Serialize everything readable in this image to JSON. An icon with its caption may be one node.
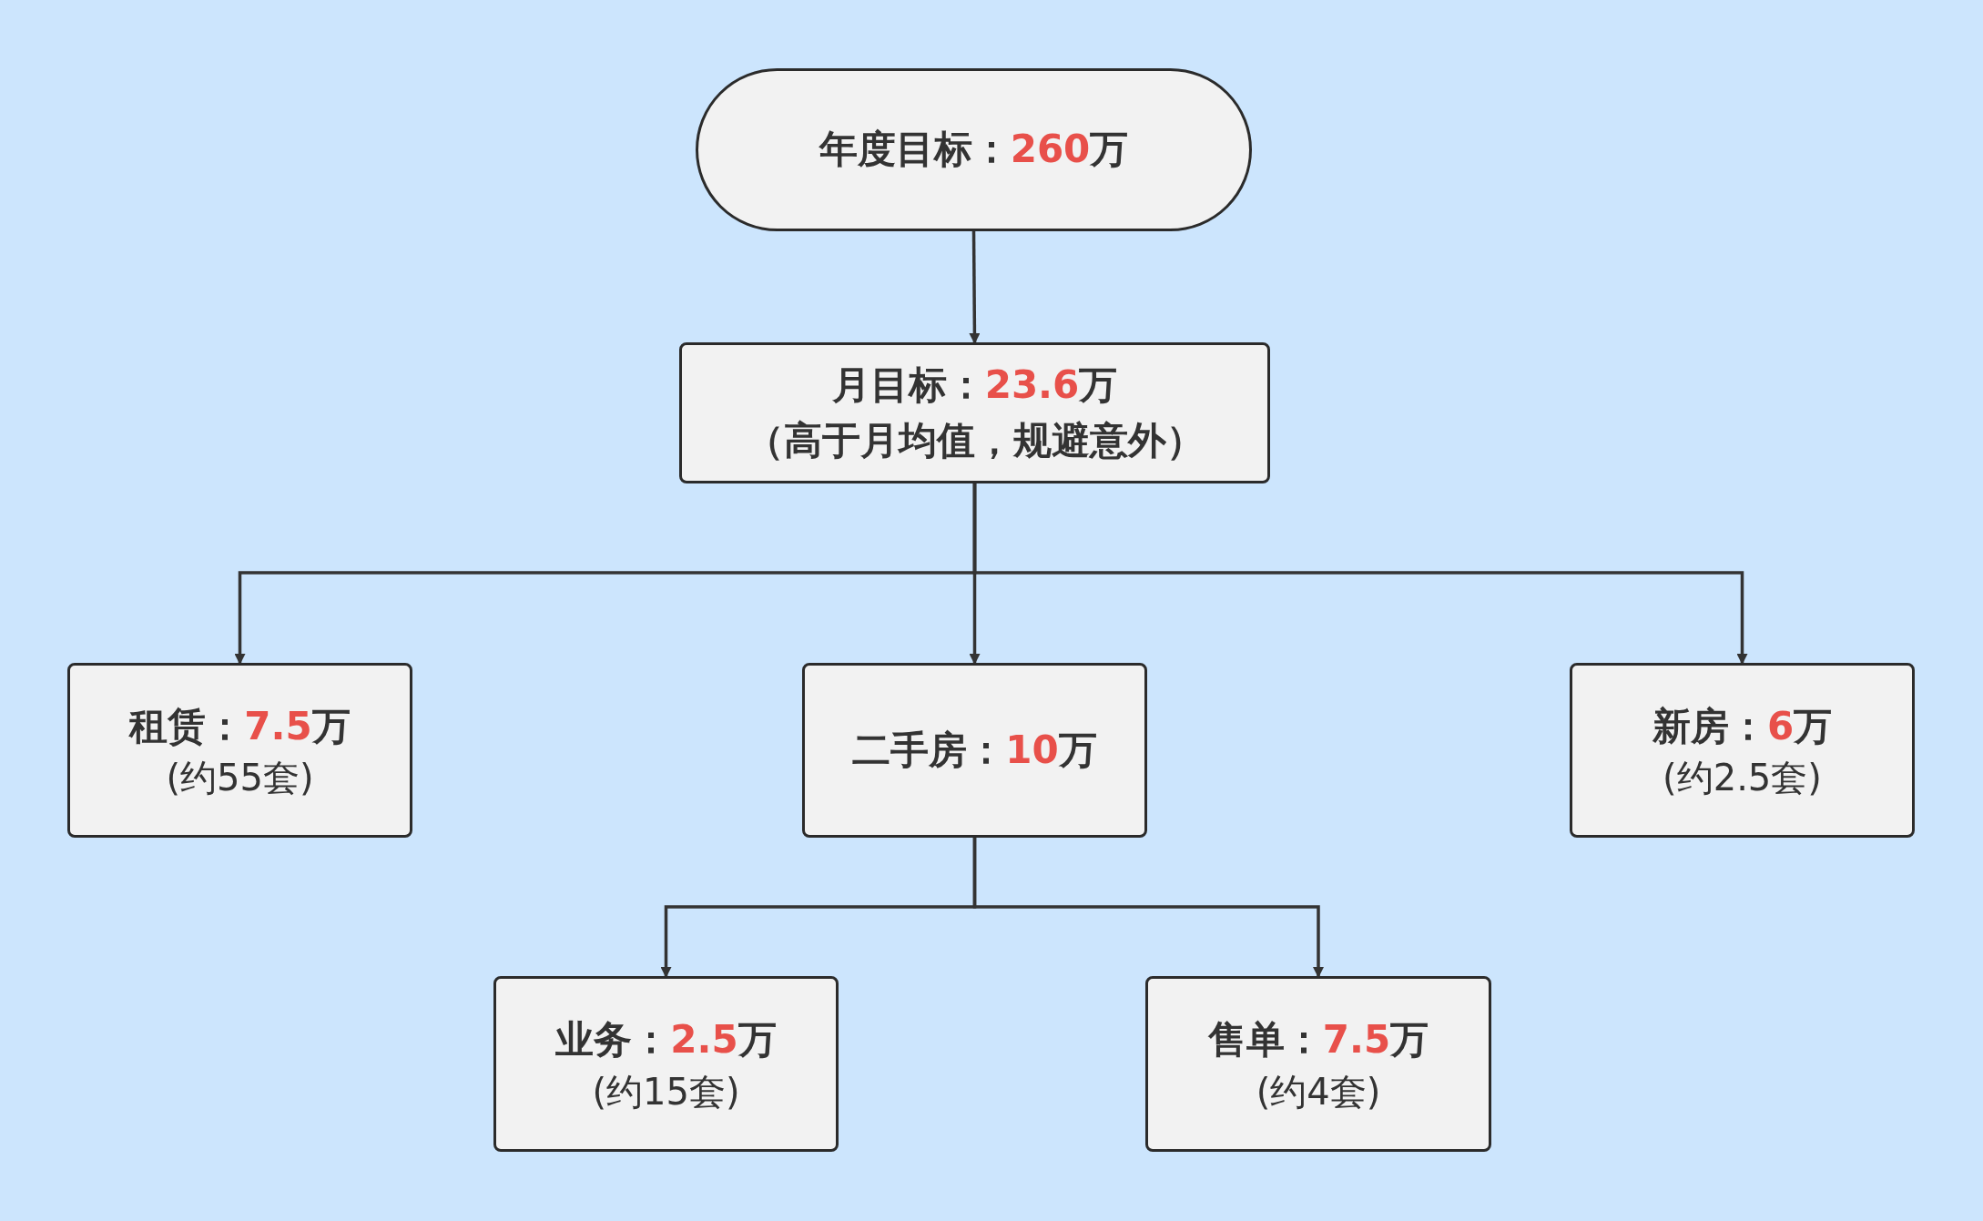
{
  "diagram": {
    "nodes": [
      {
        "text": [
          "年度目标：**260**万"
        ]
      },
      {
        "text": [
          "月目标：**23.6**万",
          "（高于月均值，规避意外）"
        ]
      },
      {
        "text": [
          "租赁：**7.5**万",
          "(约55套)"
        ]
      },
      {
        "text": [
          "二手房：**10**万"
        ]
      },
      {
        "text": [
          "新房：**6**万",
          "(约2.5套)"
        ]
      },
      {
        "text": [
          "业务：**2.5**万",
          "(约15套)"
        ]
      },
      {
        "text": [
          "售单：**7.5**万",
          "(约4套)"
        ]
      }
    ],
    "edges": [
      {
        "from": 0,
        "to": 1,
        "arrow": "to"
      },
      {
        "from": 1,
        "to": 2,
        "arrow": "to"
      },
      {
        "from": 1,
        "to": 3,
        "arrow": "to"
      },
      {
        "from": 1,
        "to": 4,
        "arrow": "to"
      },
      {
        "from": 3,
        "to": 5,
        "arrow": "to"
      },
      {
        "from": 3,
        "to": 6,
        "arrow": "to"
      }
    ]
  }
}
